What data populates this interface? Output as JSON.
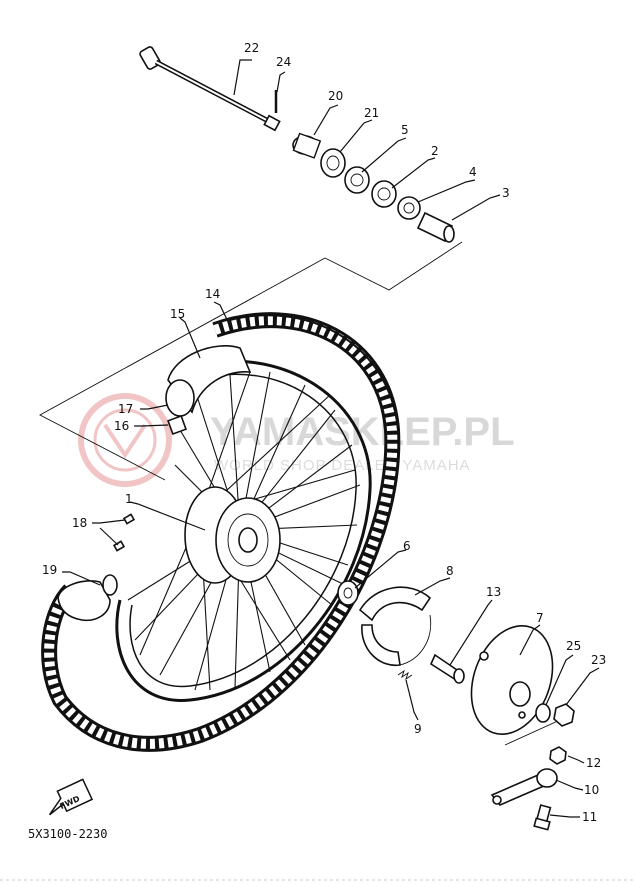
{
  "watermark": {
    "main_text": "YAMASKLEP.PL",
    "sub_text": "WORLD SHOP DEALER YAMAHA",
    "logo_color": "#e8a0a0",
    "text_color": "#d8d8d8"
  },
  "callouts": [
    "22",
    "24",
    "20",
    "21",
    "5",
    "2",
    "4",
    "3",
    "14",
    "15",
    "17",
    "16",
    "1",
    "18",
    "19",
    "6",
    "8",
    "13",
    "7",
    "25",
    "23",
    "9",
    "12",
    "10",
    "11"
  ],
  "fwd_label": "FWD",
  "diagram_code": "5X3100-2230",
  "colors": {
    "ink": "#111111",
    "background": "#ffffff"
  }
}
